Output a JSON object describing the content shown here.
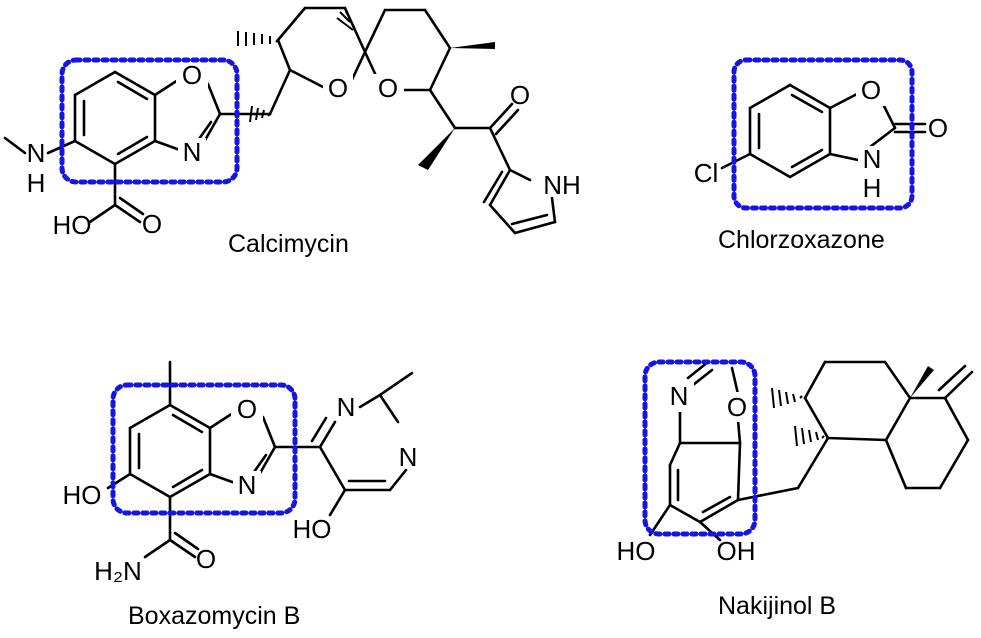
{
  "box_color": "#1414e6",
  "molecules": {
    "calcimycin": {
      "name": "Calcimycin",
      "atoms": {
        "o1": "O",
        "n1": "N",
        "nh_n": "N",
        "nh_h": "H",
        "ho": "HO",
        "o_acid": "O",
        "o_ring1": "O",
        "o_ring2": "O",
        "o_keto": "O",
        "nh_pyrrole": "NH"
      }
    },
    "chlorzoxazone": {
      "name": "Chlorzoxazone",
      "atoms": {
        "o1": "O",
        "o2": "O",
        "nh_n": "N",
        "nh_h": "H",
        "cl": "Cl"
      }
    },
    "boxazomycin_b": {
      "name": "Boxazomycin B",
      "atoms": {
        "o1": "O",
        "n1": "N",
        "ho": "HO",
        "nh2": "H₂N",
        "o_amide": "O",
        "n_pym1": "N",
        "n_pym2": "N",
        "ho_pym": "HO"
      }
    },
    "nakijinol_b": {
      "name": "Nakijinol B",
      "atoms": {
        "n1": "N",
        "o1": "O",
        "ho1": "HO",
        "oh2": "OH"
      }
    }
  }
}
